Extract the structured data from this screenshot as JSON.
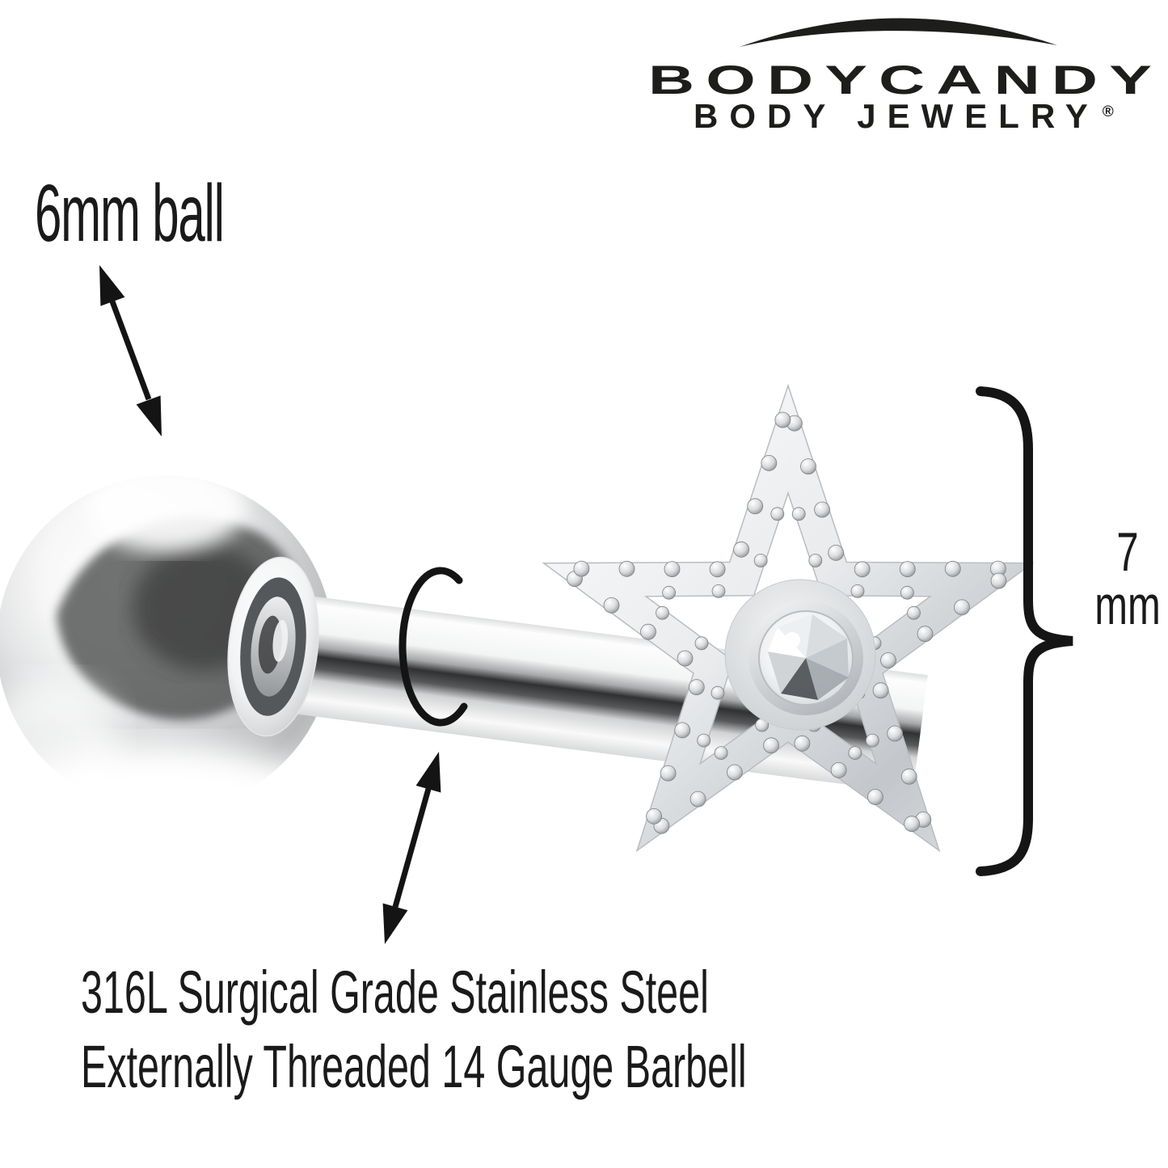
{
  "logo": {
    "brand": "BODYCANDY",
    "tagline": "BODY JEWELRY",
    "registered": "®"
  },
  "annotations": {
    "ball_size_label": "6mm ball",
    "charm_height_value": "7",
    "charm_height_unit": "mm",
    "material_line_1": "316L Surgical Grade Stainless Steel",
    "material_line_2": "Externally Threaded 14 Gauge Barbell"
  },
  "colors": {
    "background": "#ffffff",
    "ink": "#1a1a1a",
    "metal_highlight": "#ffffff",
    "metal_mid": "#c9ccd0",
    "metal_shadow": "#4e4f50"
  }
}
